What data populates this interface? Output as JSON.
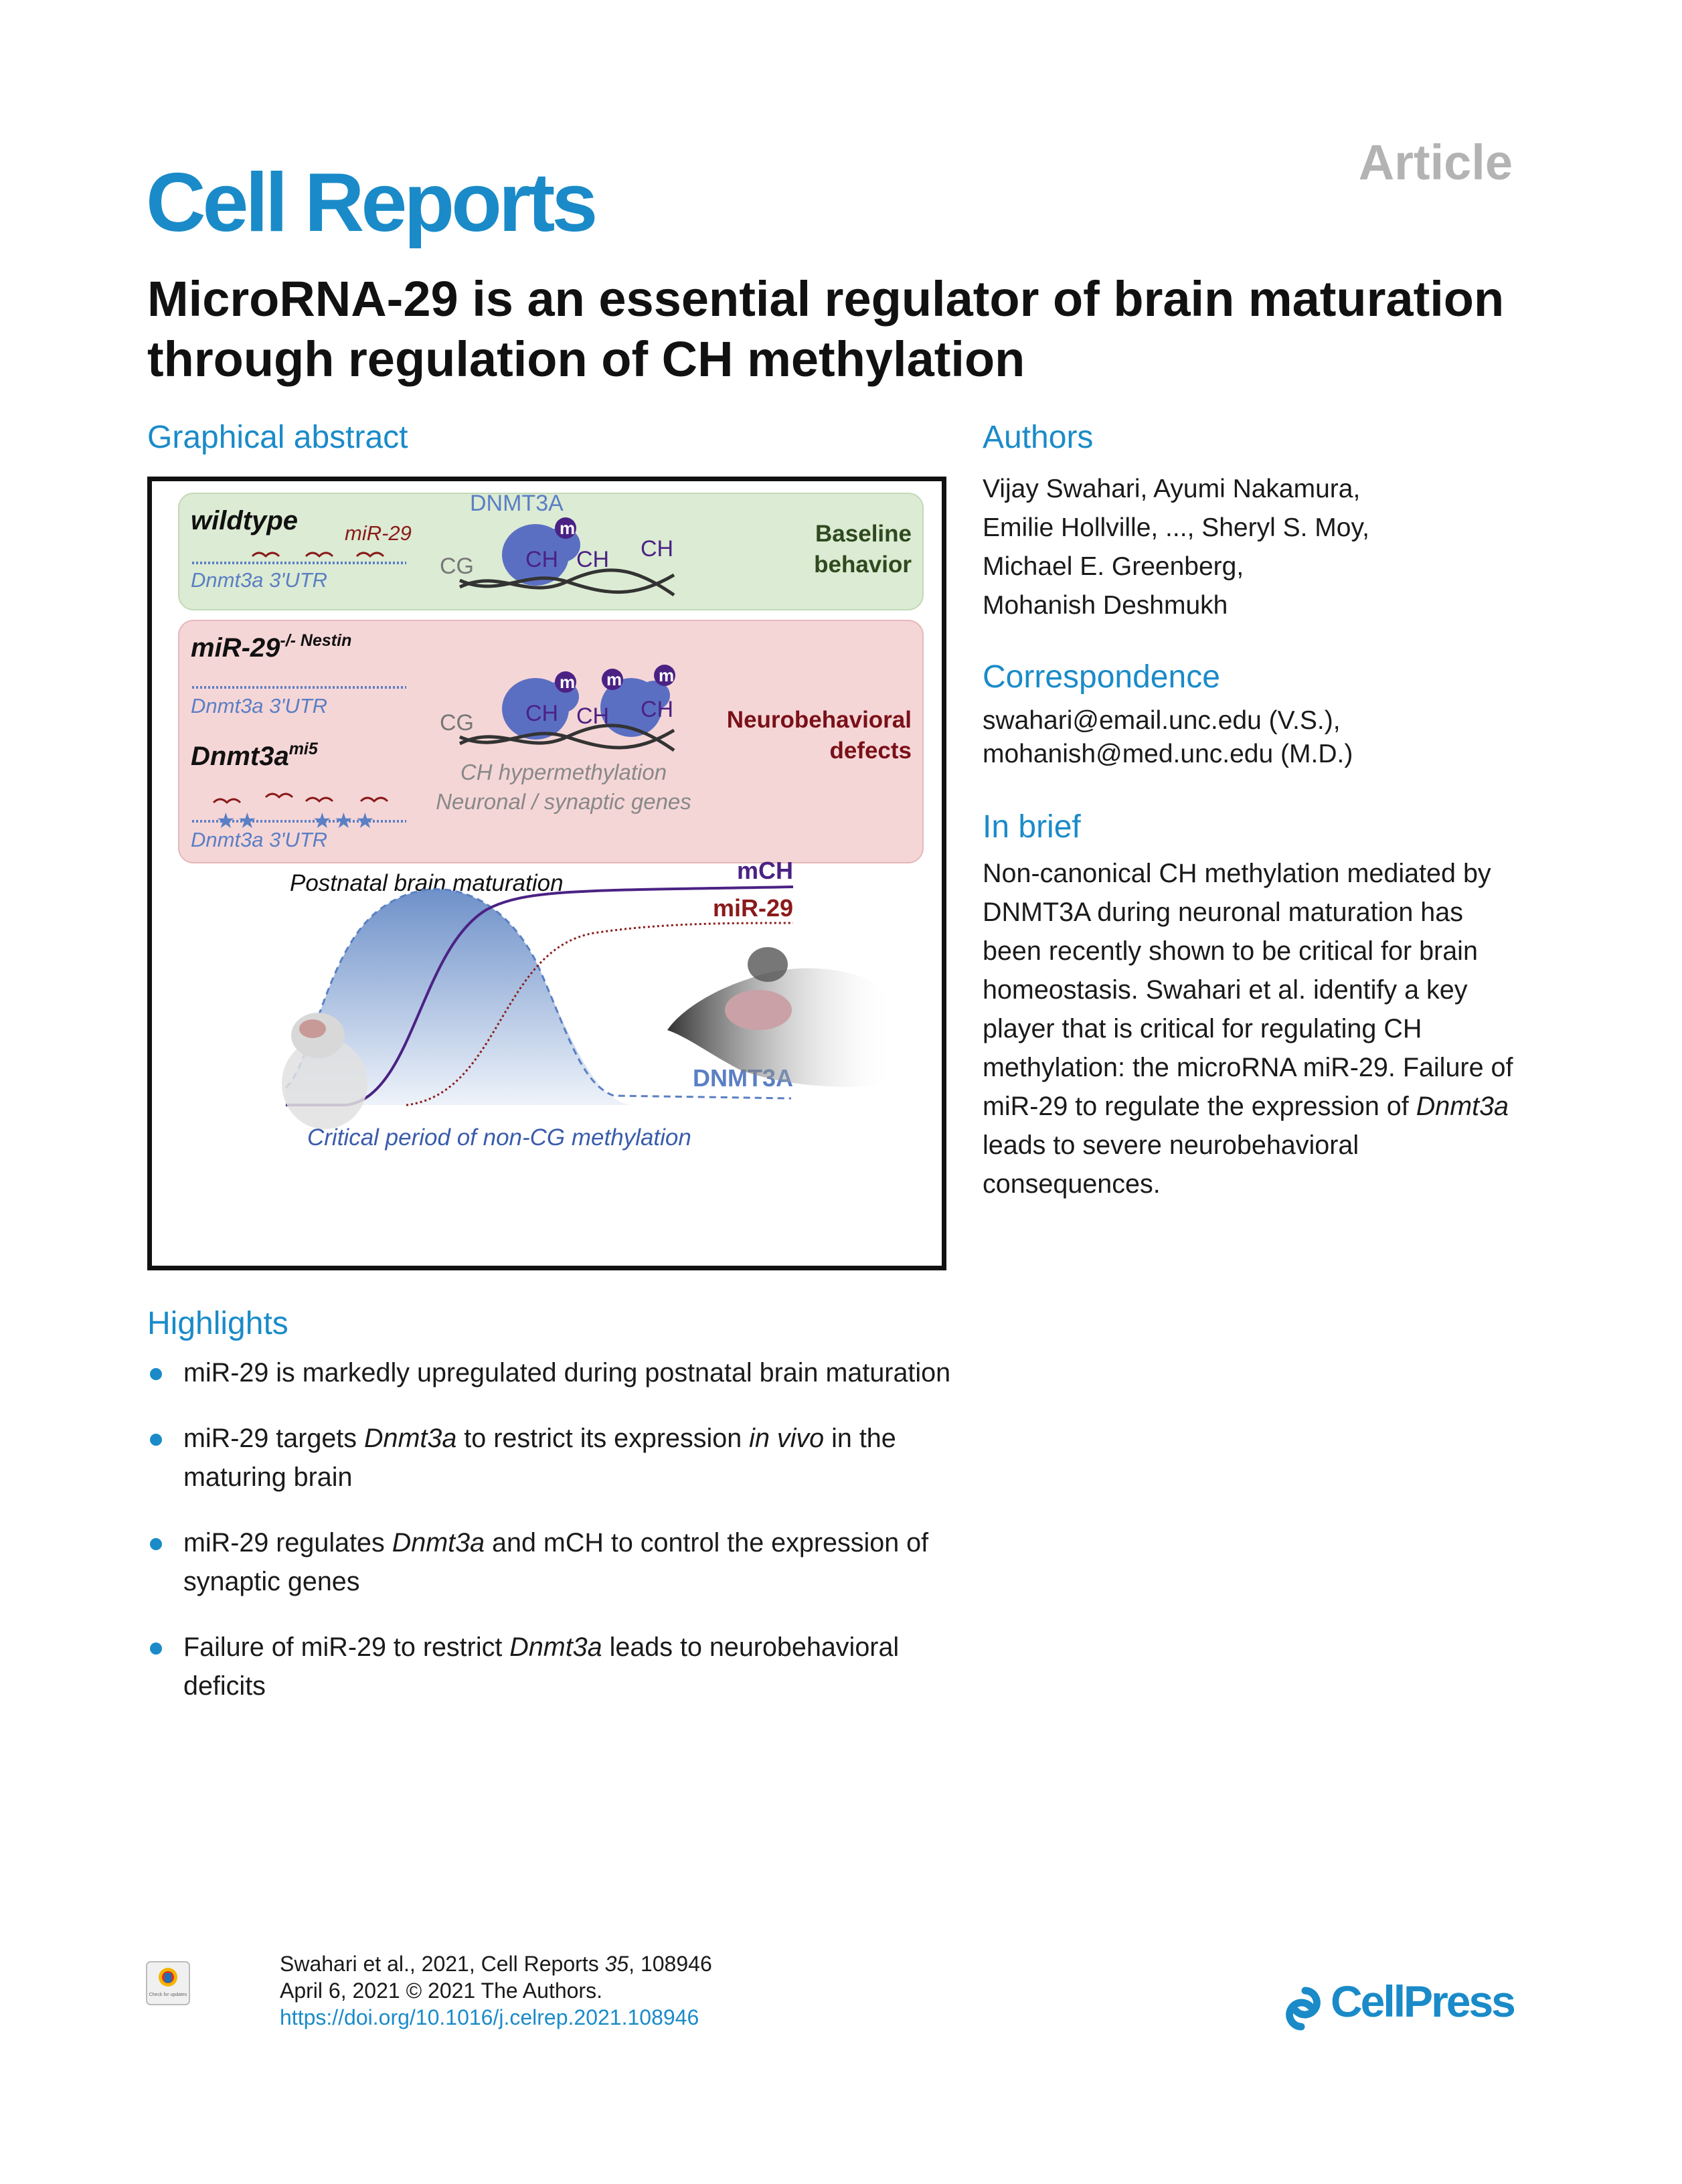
{
  "header": {
    "article_label": "Article",
    "journal": "Cell Reports"
  },
  "title": "MicroRNA-29 is an essential regulator of brain maturation through regulation of CH methylation",
  "graphical_abstract": {
    "heading": "Graphical abstract",
    "wildtype_label": "wildtype",
    "mir29_label": "miR-29",
    "dnmt3a_label": "DNMT3A",
    "utr_label": "Dnmt3a 3'UTR",
    "cg_label": "CG",
    "ch_label": "CH",
    "methyl_mark": "m",
    "baseline_line1": "Baseline",
    "baseline_line2": "behavior",
    "ko_label": "miR-29",
    "ko_superscript": "-/- Nestin",
    "mi5_label": "Dnmt3a",
    "mi5_superscript": "mi5",
    "hyper_line1": "CH hypermethylation",
    "hyper_line2": "Neuronal / synaptic genes",
    "defect_line1": "Neurobehavioral",
    "defect_line2": "defects",
    "maturation_label": "Postnatal brain maturation",
    "mch_curve_label": "mCH",
    "mir29_curve_label": "miR-29",
    "dnmt3a_curve_label": "DNMT3A",
    "critical_period": "Critical period of non-CG methylation",
    "colors": {
      "green_panel": "#dcebd3",
      "red_panel": "#f5d6d7",
      "blue": "#5a7fc4",
      "purple": "#4b2284",
      "dark_red": "#8b1a1a"
    }
  },
  "authors": {
    "heading": "Authors",
    "lines": [
      "Vijay Swahari, Ayumi Nakamura,",
      "Emilie Hollville, ..., Sheryl S. Moy,",
      "Michael E. Greenberg,",
      "Mohanish Deshmukh"
    ]
  },
  "correspondence": {
    "heading": "Correspondence",
    "lines": [
      "swahari@email.unc.edu (V.S.),",
      "mohanish@med.unc.edu (M.D.)"
    ]
  },
  "in_brief": {
    "heading": "In brief",
    "text_before": "Non-canonical CH methylation mediated by DNMT3A during neuronal maturation has been recently shown to be critical for brain homeostasis. Swahari et al. identify a key player that is critical for regulating CH methylation: the microRNA miR-29. Failure of miR-29 to regulate the expression of ",
    "italic": "Dnmt3a",
    "text_after": " leads to severe neurobehavioral consequences."
  },
  "highlights": {
    "heading": "Highlights",
    "items": [
      {
        "before": "miR-29 is markedly upregulated during postnatal brain maturation"
      },
      {
        "before": "miR-29 targets ",
        "italic": "Dnmt3a",
        "middle": " to restrict its expression ",
        "italic2": "in vivo",
        "after": " in the maturing brain"
      },
      {
        "before": "miR-29 regulates ",
        "italic": "Dnmt3a",
        "after": " and mCH to control the expression of synaptic genes"
      },
      {
        "before": "Failure of miR-29 to restrict ",
        "italic": "Dnmt3a",
        "after": " leads to neurobehavioral deficits"
      }
    ]
  },
  "footer": {
    "citation_before": "Swahari et al., 2021, Cell Reports ",
    "citation_volume": "35",
    "citation_after": ", 108946",
    "date_line": "April 6, 2021 © 2021 The Authors.",
    "doi": "https://doi.org/10.1016/j.celrep.2021.108946",
    "check_badge_text": "Check for updates",
    "publisher": "CellPress"
  }
}
